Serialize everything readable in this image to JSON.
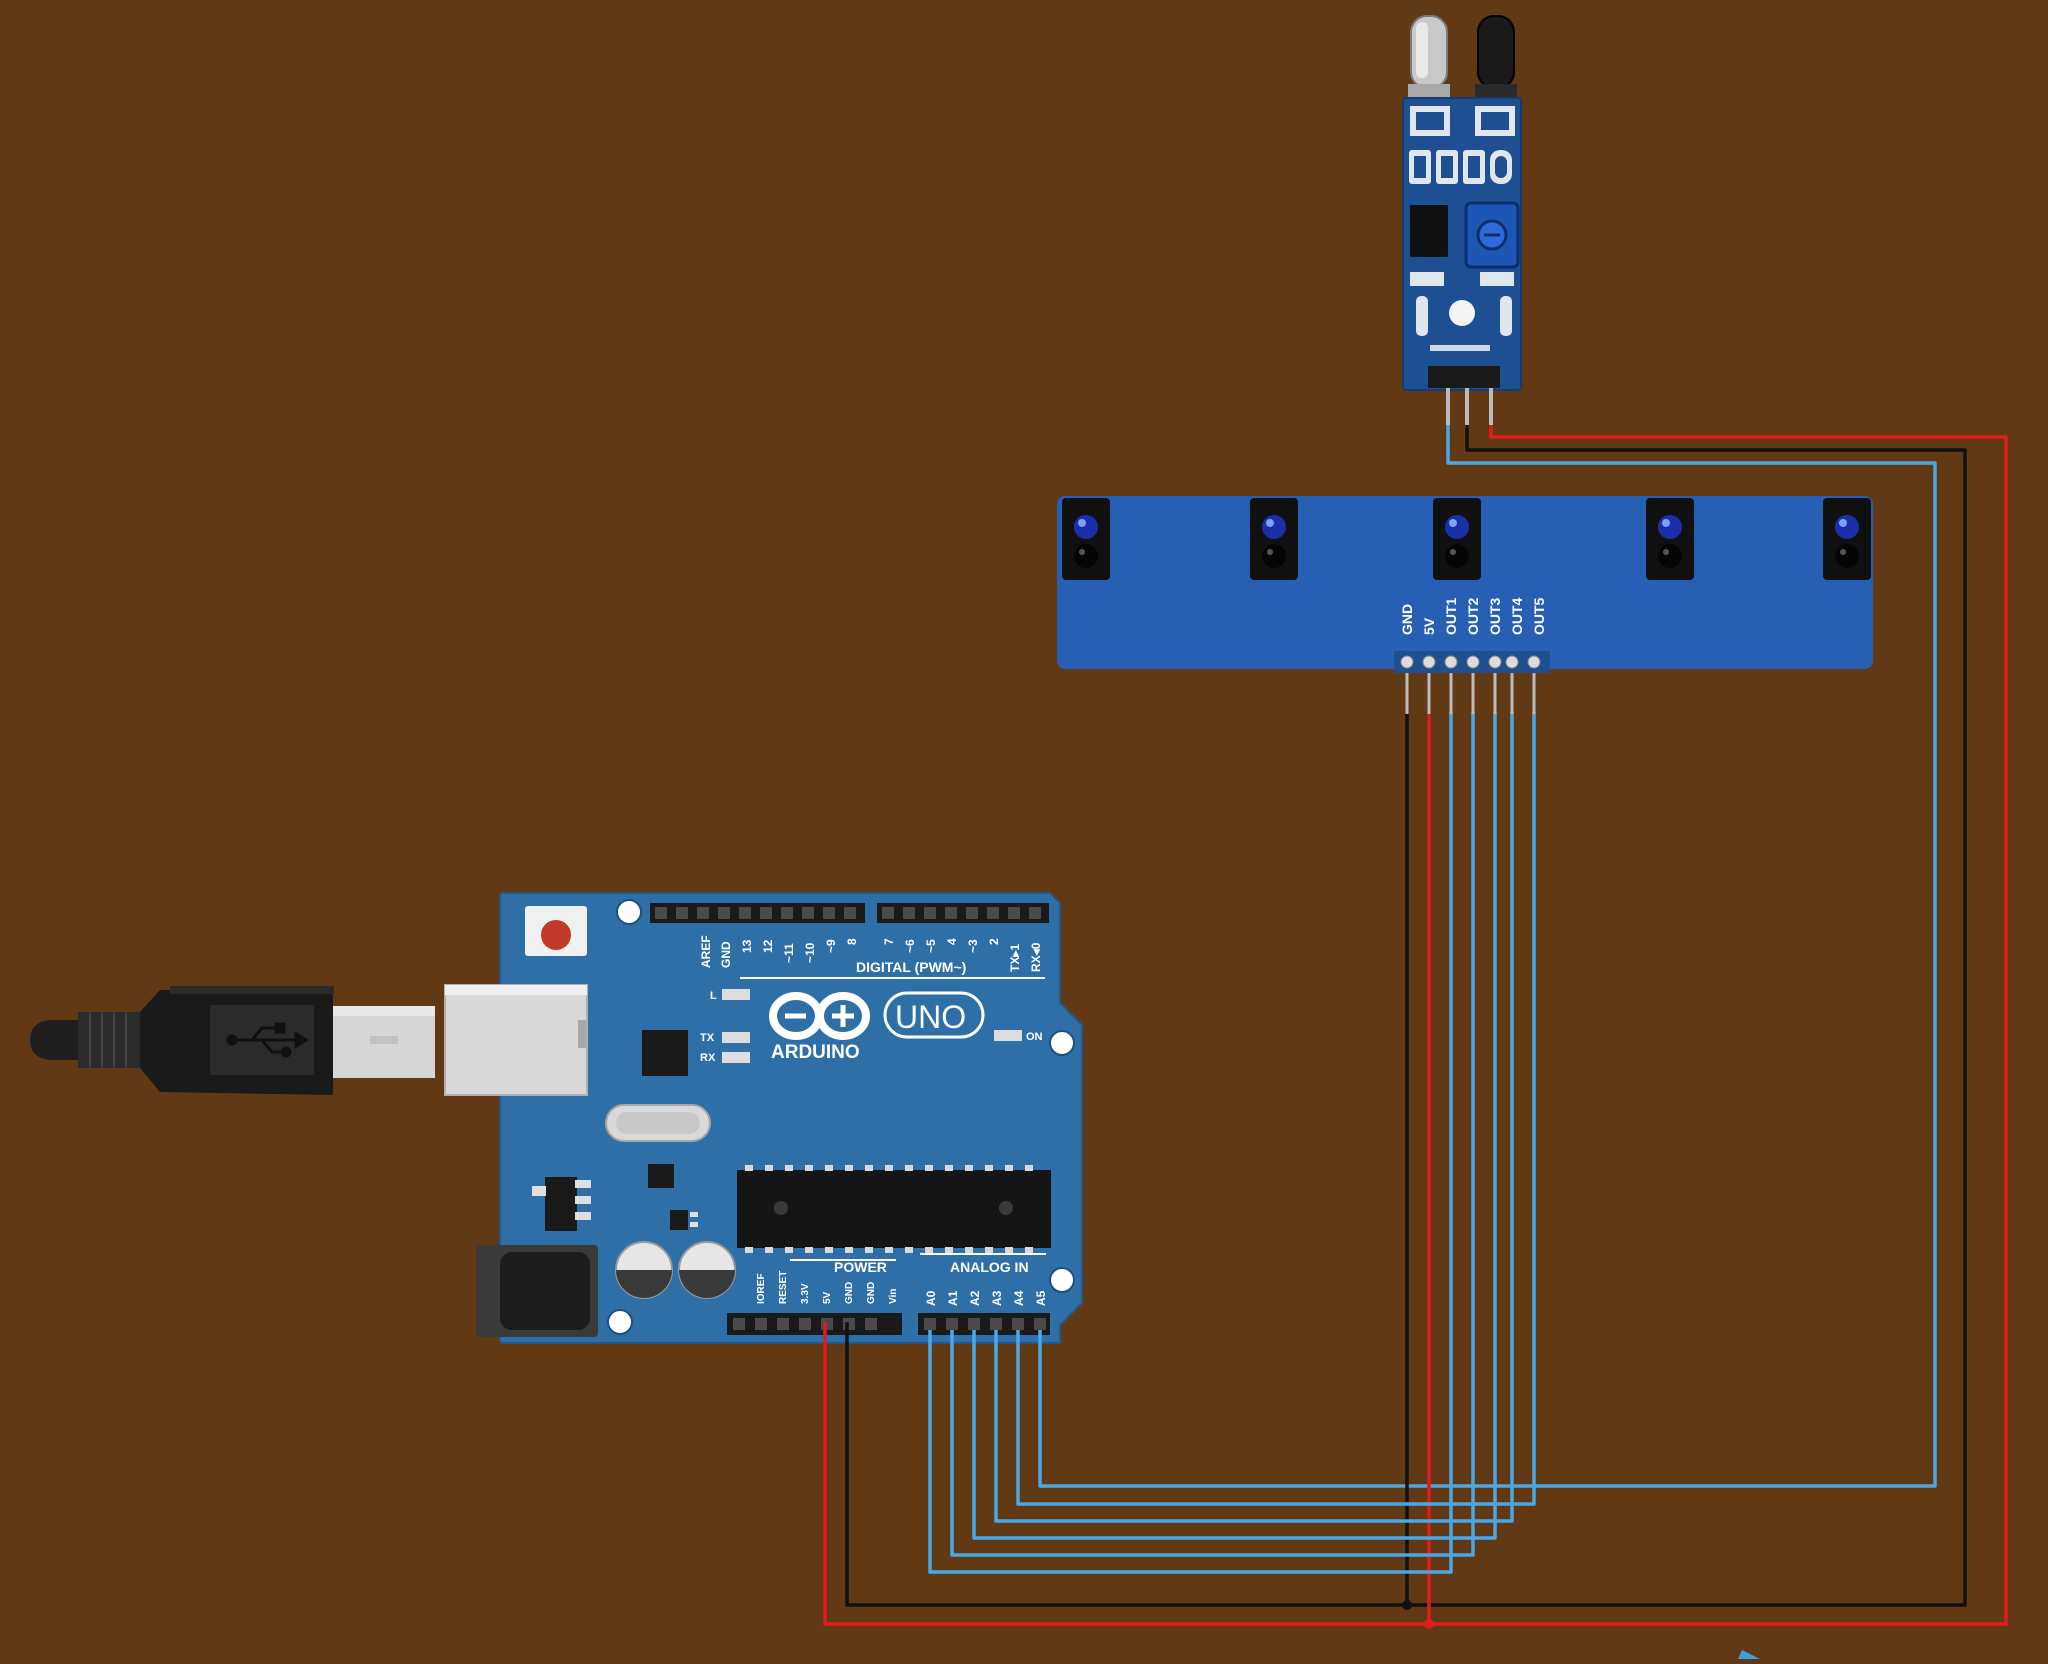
{
  "canvas": {
    "background": "#613915"
  },
  "colors": {
    "wire_blue": "#4aa8e6",
    "wire_red": "#e41b1b",
    "wire_black": "#111111",
    "board_blue": "#2e6fa7",
    "array_blue": "#275fb4"
  },
  "arduino": {
    "brand": "ARDUINO",
    "model": "UNO",
    "digital_header_label": "DIGITAL (PWM~)",
    "digital_pins": [
      "AREF",
      "GND",
      "13",
      "12",
      "~11",
      "~10",
      "~9",
      "8",
      "7",
      "~6",
      "~5",
      "4",
      "~3",
      "2",
      "TX▸1",
      "RX◂0"
    ],
    "power_header_label": "POWER",
    "power_pins": [
      "IOREF",
      "RESET",
      "3.3V",
      "5V",
      "GND",
      "GND",
      "Vin"
    ],
    "analog_header_label": "ANALOG IN",
    "analog_pins": [
      "A0",
      "A1",
      "A2",
      "A3",
      "A4",
      "A5"
    ],
    "led_labels": {
      "l": "L",
      "tx": "TX",
      "rx": "RX",
      "on": "ON"
    }
  },
  "sensor_array": {
    "pins": [
      "GND",
      "5V",
      "OUT1",
      "OUT2",
      "OUT3",
      "OUT4",
      "OUT5"
    ]
  },
  "usb_cable": {
    "icon": "usb-icon"
  }
}
